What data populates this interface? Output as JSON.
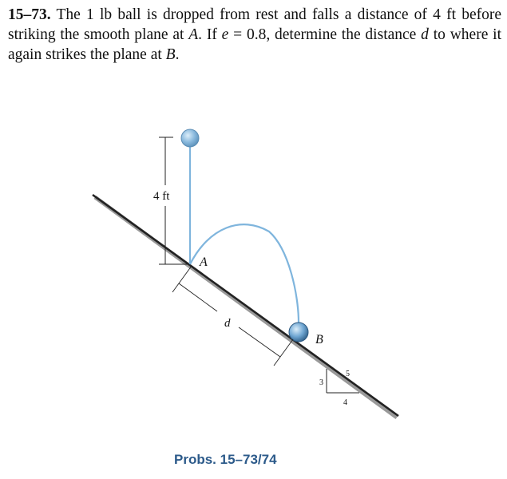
{
  "problem": {
    "number": "15–73.",
    "text_1": " The 1 lb ball is dropped from rest and falls a distance of 4 ft before striking the smooth plane at ",
    "point_a": "A",
    "text_2": ". If ",
    "e_symbol": "e",
    "text_3": " = 0.8, determine the distance ",
    "d_symbol": "d",
    "text_4": " to where it again strikes the plane at ",
    "point_b": "B",
    "text_5": "."
  },
  "figure": {
    "height_label": "4 ft",
    "label_a": "A",
    "label_b": "B",
    "label_d": "d",
    "slope_rise": "3",
    "slope_run": "4",
    "slope_hyp": "5"
  },
  "caption": "Probs. 15–73/74",
  "colors": {
    "ball": "#8ab9dd",
    "trajectory": "#7fb5dd",
    "plane": "#222222",
    "caption": "#2c5a8a"
  }
}
